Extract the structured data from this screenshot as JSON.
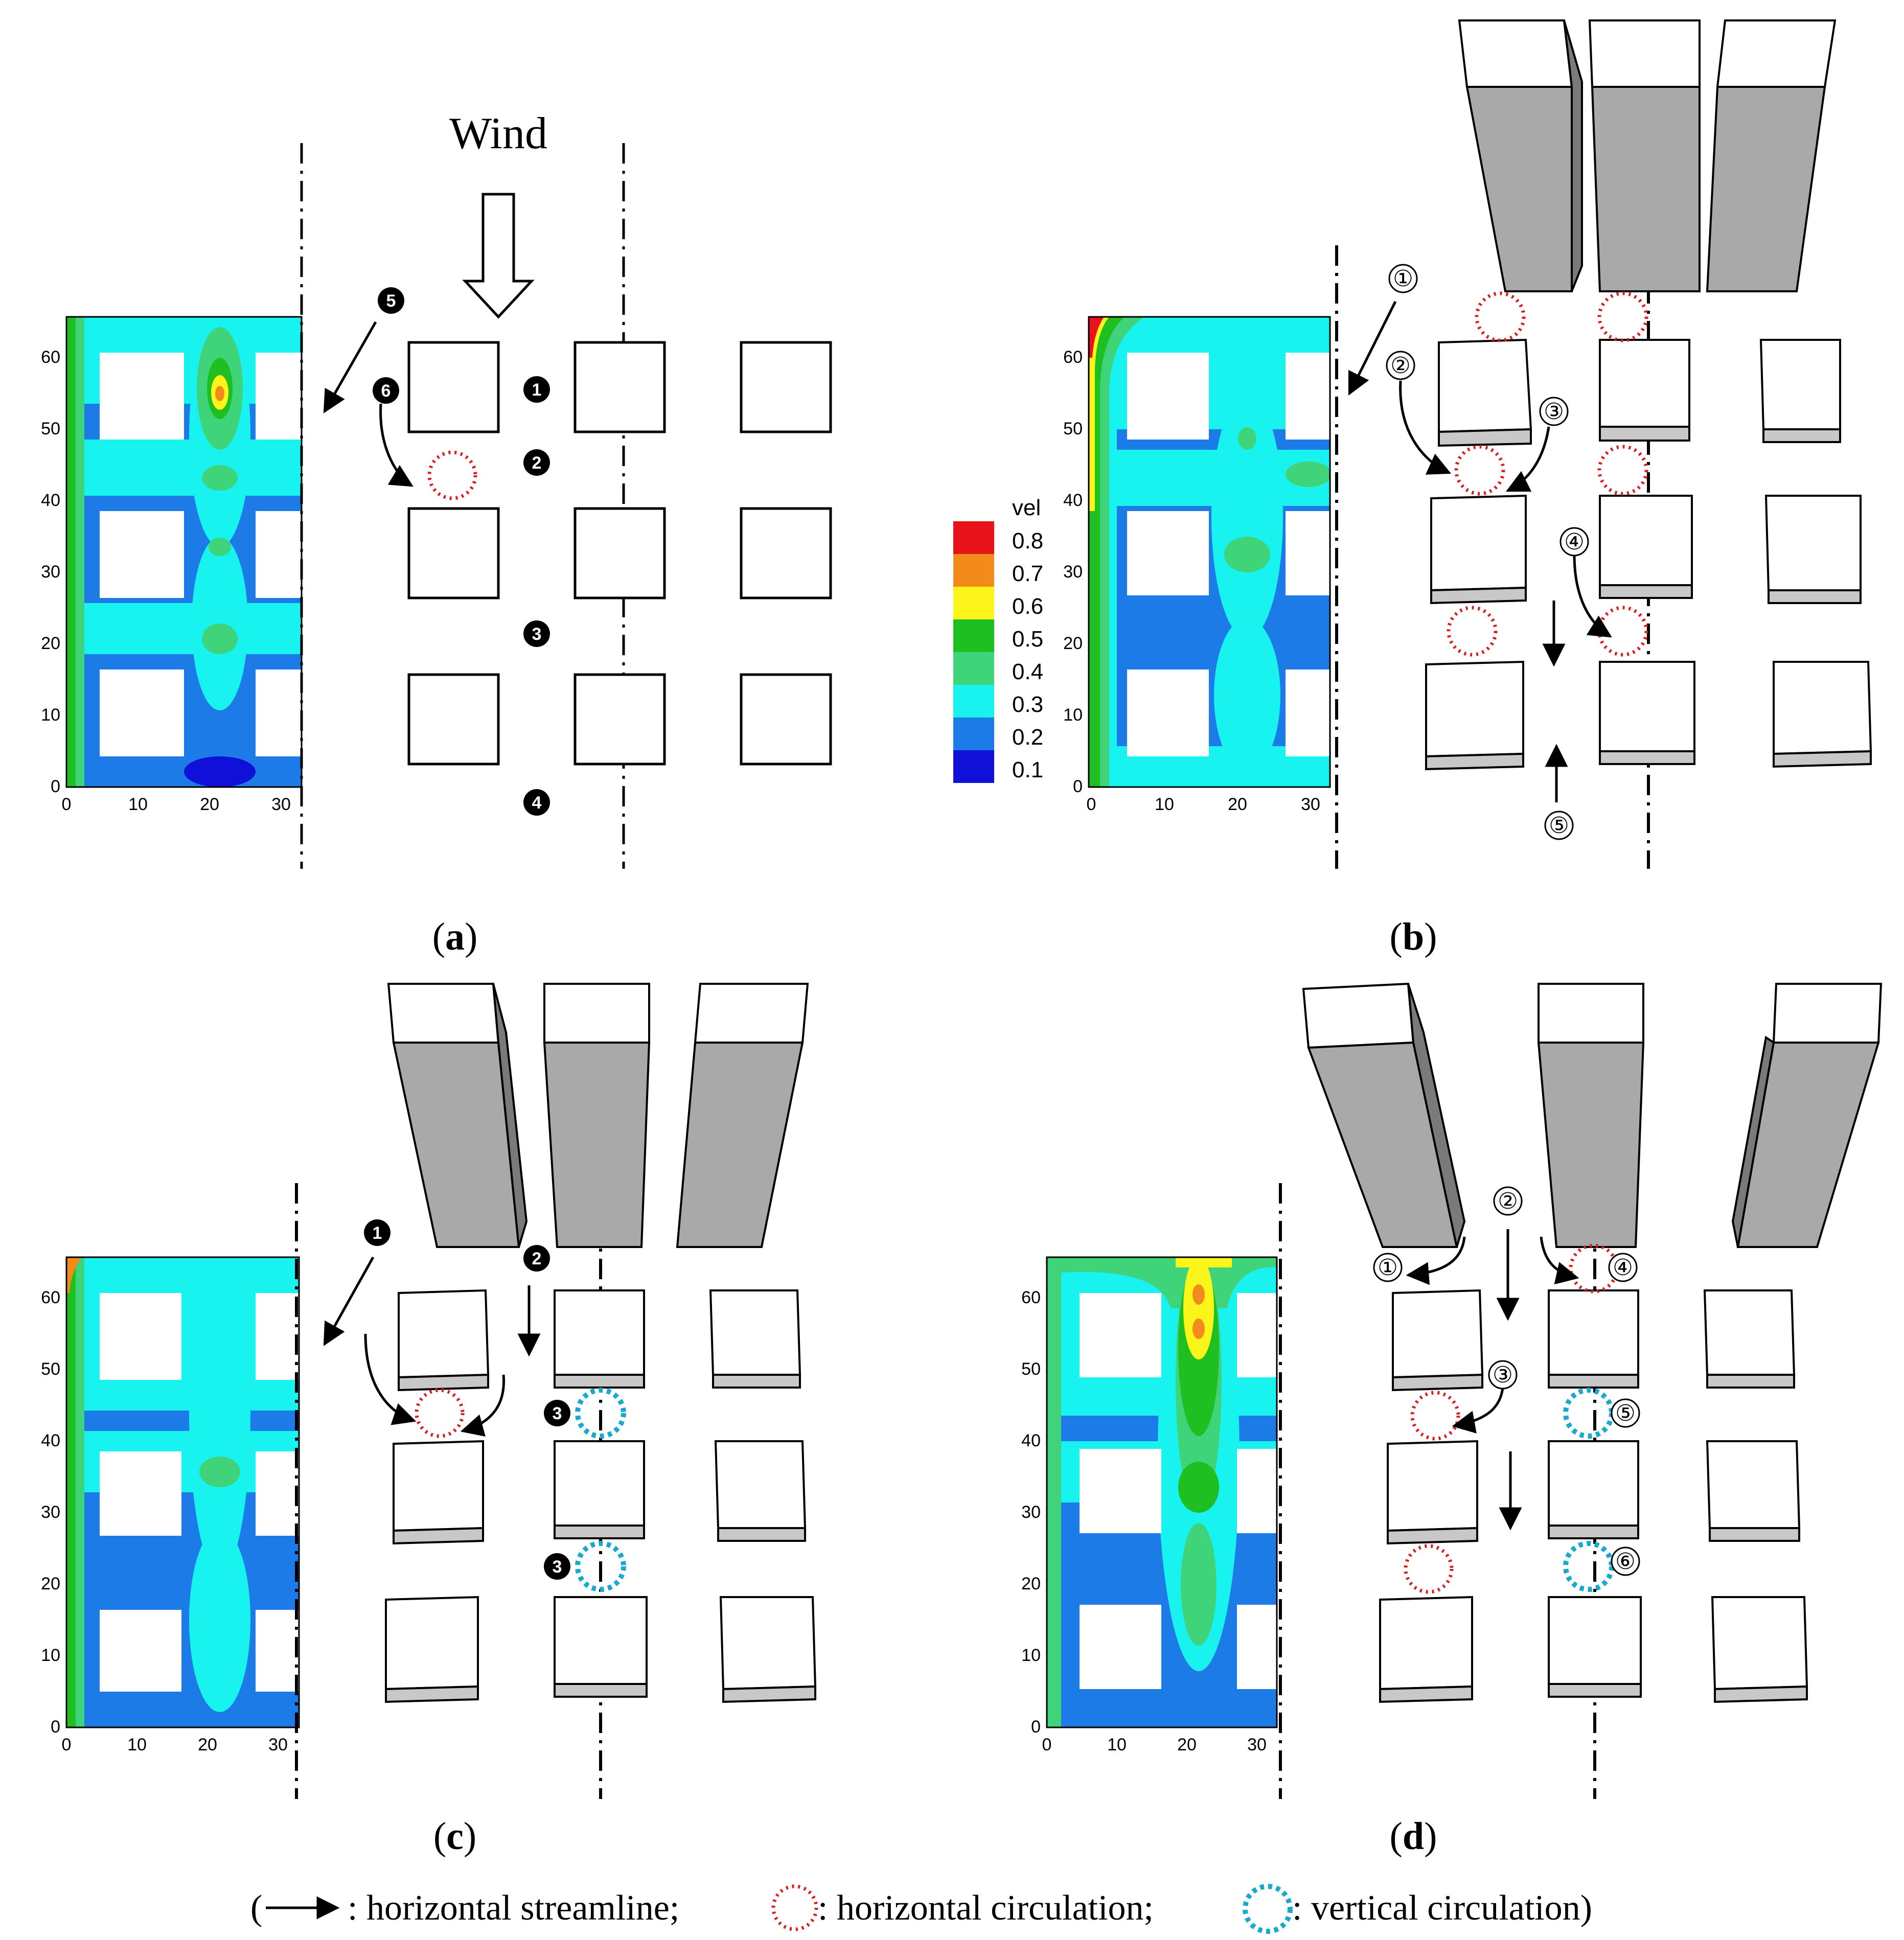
{
  "figure": {
    "wind_label": "Wind",
    "captions": [
      "a",
      "b",
      "c",
      "d"
    ],
    "legend": {
      "open": "(",
      "streamline": ": horizontal streamline;",
      "horizontal": ": horizontal circulation;",
      "vertical": ": vertical circulation)"
    },
    "colorbar": {
      "title": "vel",
      "labels": [
        "0.8",
        "0.7",
        "0.6",
        "0.5",
        "0.4",
        "0.3",
        "0.2",
        "0.1"
      ],
      "colors": [
        "#e8121a",
        "#f28a1c",
        "#fbf51b",
        "#1fbf21",
        "#3fd47a",
        "#19f3ef",
        "#1d7be8",
        "#1010d8"
      ]
    },
    "axes": {
      "y_ticks": [
        "0",
        "10",
        "20",
        "30",
        "40",
        "50",
        "60"
      ],
      "x_ticks": [
        "0",
        "10",
        "20",
        "30"
      ]
    },
    "panel_a_markers": [
      "5",
      "6",
      "1",
      "2",
      "3",
      "4"
    ],
    "panel_b_markers": [
      "①",
      "②",
      "③",
      "④",
      "⑤"
    ],
    "panel_c_markers": [
      "1",
      "2",
      "3",
      "3"
    ],
    "panel_d_markers": [
      "①",
      "②",
      "③",
      "④",
      "⑤",
      "⑥"
    ],
    "colors": {
      "horizontal_circulation": "#d81f1f",
      "vertical_circulation": "#18a8d0",
      "tower_fill": "#a9a9a9"
    }
  }
}
